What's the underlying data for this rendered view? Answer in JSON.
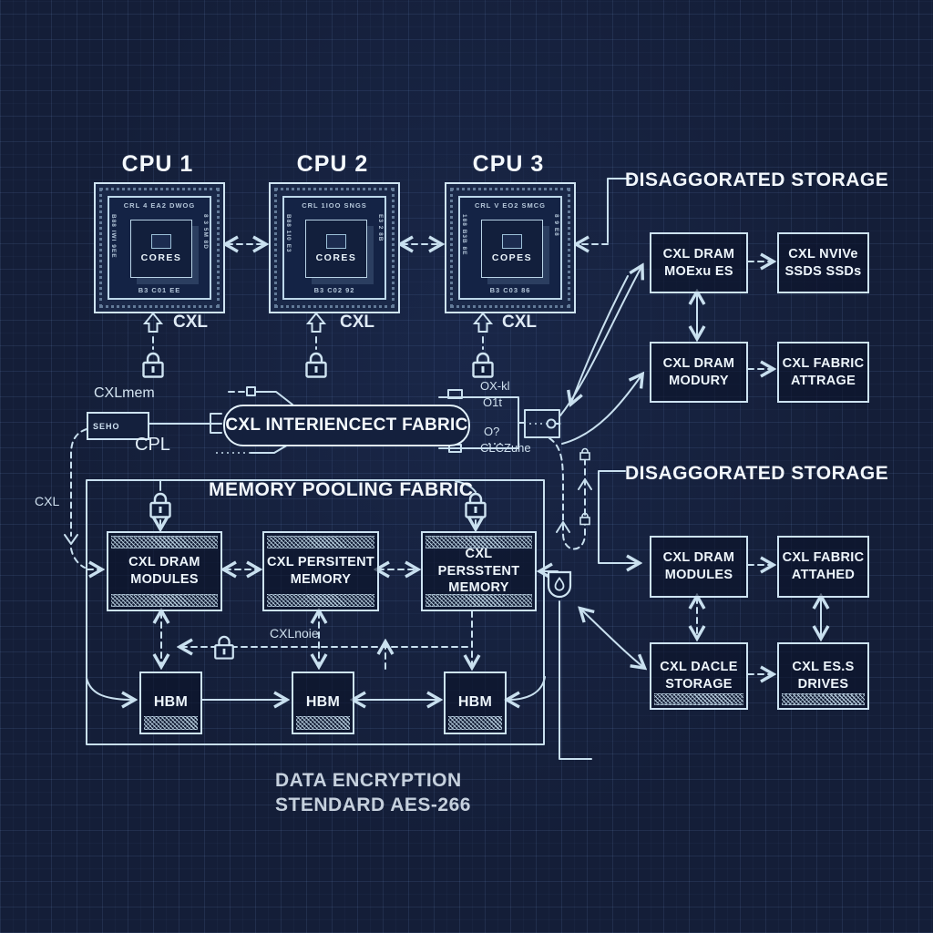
{
  "diagram": {
    "background_color": "#141e38",
    "line_color": "#c9e0ef",
    "text_color": "#eef6fc",
    "cpus": [
      {
        "title": "CPU 1",
        "top_code": "CRL 4 EA2 DWOG",
        "bottom_code": "B3  C01 EE",
        "left_code": "B88 IWI 9EE",
        "right_code": "8 3 5M 8D",
        "core_label": "CORES",
        "port_label": "CXL"
      },
      {
        "title": "CPU 2",
        "top_code": "CRL 1IOO SNGS",
        "bottom_code": "B3  C02 92",
        "left_code": "B88 1I0 E3",
        "right_code": "E3 2 8B",
        "core_label": "CORES",
        "port_label": "CXL"
      },
      {
        "title": "CPU 3",
        "top_code": "CRL V EO2 SMCG",
        "bottom_code": "B3  C03 86",
        "left_code": "188 B3B 8E",
        "right_code": "8 9 E8",
        "core_label": "COPES",
        "port_label": "CXL"
      }
    ],
    "fabric": {
      "label": "CXL INTERIENCECT FABRIC"
    },
    "memory_pool": {
      "title": "MEMORY POOLING FABRIC",
      "boxes": [
        {
          "line1": "CXL DRAM",
          "line2": "MODULES"
        },
        {
          "line1": "CXL PERSITENT",
          "line2": "MEMORY"
        },
        {
          "line1": "CXL PERSSTENT",
          "line2": "MEMORY"
        }
      ],
      "hbm_labels": [
        "HBM",
        "HBM",
        "HBM"
      ]
    },
    "storage_top": {
      "title": "DISAGGORATED STORAGE",
      "boxes": [
        {
          "line1": "CXL DRAM",
          "line2": "MOExu ES"
        },
        {
          "line1": "CXL NVIVe",
          "line2": "SSDS SSDs"
        },
        {
          "line1": "CXL DRAM",
          "line2": "MODURY"
        },
        {
          "line1": "CXL FABRIC",
          "line2": "ATTRAGE"
        }
      ]
    },
    "storage_bottom": {
      "title": "DISAGGORATED STORAGE",
      "boxes": [
        {
          "line1": "CXL DRAM",
          "line2": "MODULES"
        },
        {
          "line1": "CXL FABRIC",
          "line2": "ATTAHED"
        },
        {
          "line1": "CXL DACLE",
          "line2": "STORAGE"
        },
        {
          "line1": "CXL ES.S",
          "line2": "DRIVES"
        }
      ]
    },
    "labels": {
      "cxlmem": "CXLmem",
      "seho": "SEHO",
      "cpl": "CPL",
      "cxl_left": "CXL",
      "oxkl": "OX-kl",
      "o1t": "O1t",
      "oq": "O?",
      "clczuhe": "CLCZuhe",
      "cxlnoie": "CXLnoie",
      "encryption_line1": "DATA ENCRYPTION",
      "encryption_line2": "STENDARD AES-266"
    },
    "icons": {
      "lock": "padlock-outline",
      "shield": "shield-droplet",
      "up_arrow": "hollow-up-arrow"
    }
  }
}
